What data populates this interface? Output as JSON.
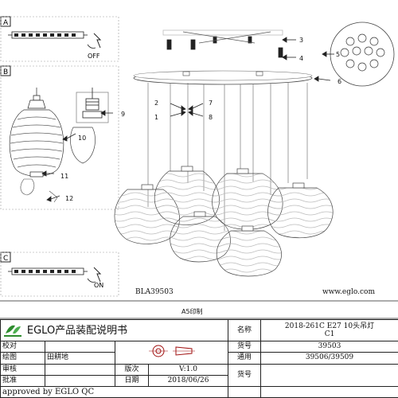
{
  "panels": {
    "a": {
      "letter": "A",
      "state": "OFF"
    },
    "b": {
      "letter": "B"
    },
    "c": {
      "letter": "C",
      "state": "ON"
    }
  },
  "callouts": [
    "1",
    "2",
    "3",
    "4",
    "5",
    "6",
    "7",
    "8",
    "9",
    "10",
    "11",
    "12"
  ],
  "model_code": "BLA39503",
  "website": "www.eglo.com",
  "paper_size": "A5印制",
  "title_block": {
    "logo_text": "EGLO",
    "title": "EGLO产品装配说明书",
    "rows": [
      {
        "label": "校对",
        "value": ""
      },
      {
        "label": "绘图",
        "value": "田耕地"
      },
      {
        "label": "审核",
        "value": ""
      },
      {
        "label": "批准",
        "value": ""
      }
    ],
    "version_label": "版次",
    "version": "V:1.0",
    "date_label": "日期",
    "date": "2018/06/26",
    "name_label": "名称",
    "name_value": "2018-261C E27 10头吊灯",
    "name_value2": "C1",
    "item_label": "货号",
    "item_value": "39503",
    "common_label": "通用",
    "common_value": "39506/39509",
    "item_label2": "货号",
    "item_value2": "",
    "approved": "approved by EGLO QC"
  }
}
